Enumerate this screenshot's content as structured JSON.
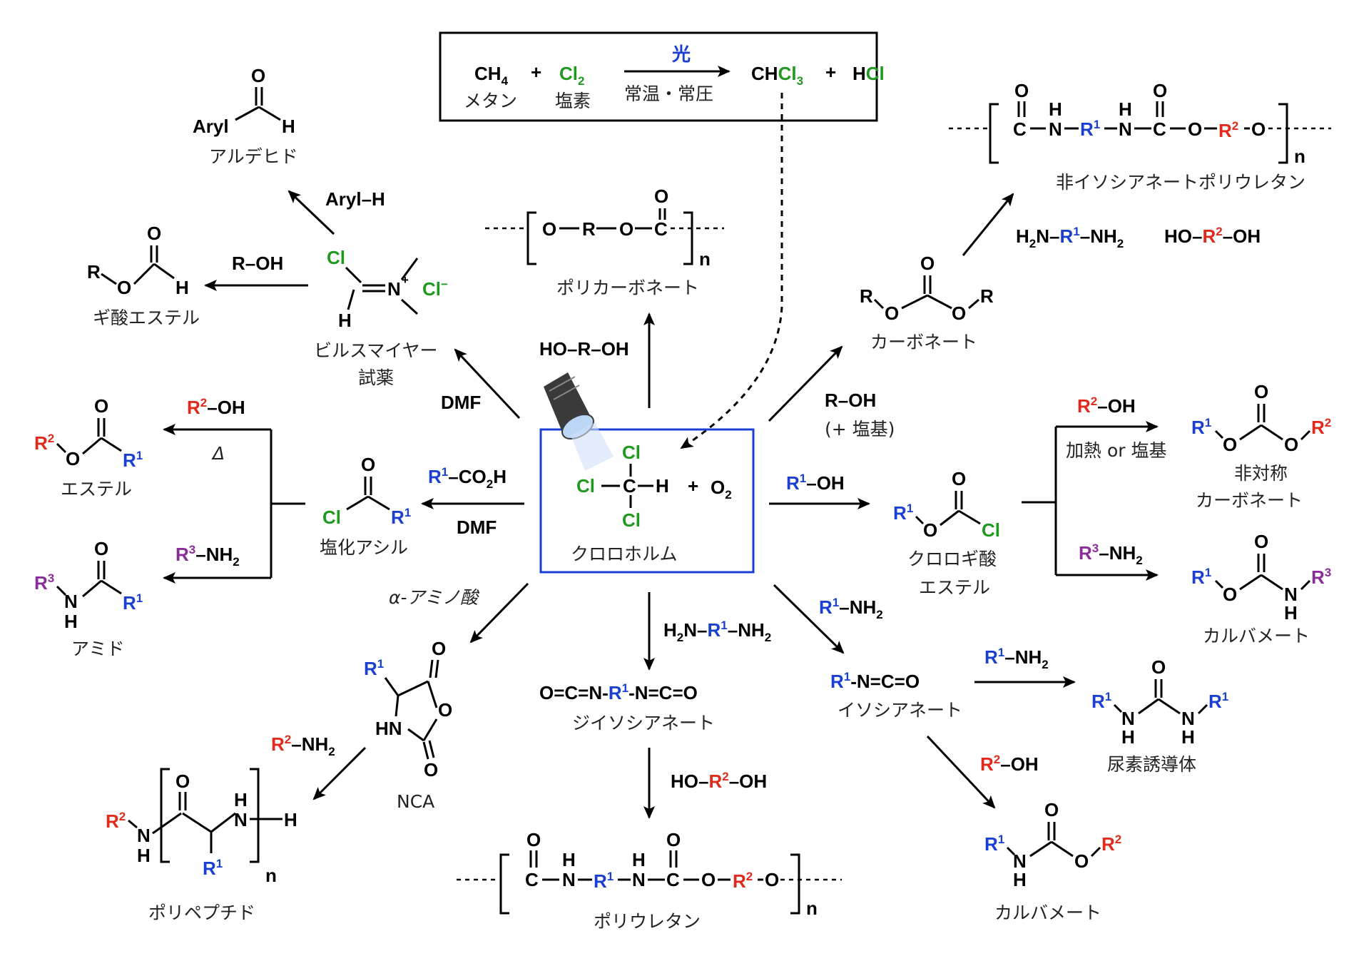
{
  "colors": {
    "blue": "#1a3fd1",
    "red": "#e02a1b",
    "green": "#1f9a1f",
    "purple": "#8a2c9a",
    "box_blue": "#1a3fd1"
  },
  "icons": {
    "lamp": "lamp-icon"
  },
  "top_box": {
    "ch4": "CH",
    "ch4_sub": "4",
    "ch4_name": "メタン",
    "plus1": "+",
    "cl2": "Cl",
    "cl2_sub": "2",
    "cl2_name": "塩素",
    "arrow_top": "光",
    "arrow_bottom": "常温・常圧",
    "chcl3_a": "CH",
    "chcl3_b": "Cl",
    "chcl3_sub": "3",
    "plus2": "+",
    "hcl_a": "H",
    "hcl_b": "Cl"
  },
  "center": {
    "cl_top": "Cl",
    "cl_left": "Cl",
    "c": "C",
    "h": "H",
    "cl_bottom": "Cl",
    "plus": "+",
    "o2": "O",
    "o2_sub": "2",
    "label": "クロロホルム"
  },
  "aldehyde": {
    "o": "O",
    "aryl": "Aryl",
    "h": "H",
    "label": "アルデヒド",
    "reagent": "Aryl–H"
  },
  "formate": {
    "r": "R",
    "o1": "O",
    "o2": "O",
    "h": "H",
    "label": "ギ酸エステル",
    "reagent": "R–OH"
  },
  "vilsmeier": {
    "cl": "Cl",
    "n": "N",
    "plus": "+",
    "cl_minus": "Cl",
    "minus": "−",
    "h": "H",
    "label1": "ビルスマイヤー",
    "label2": "試薬",
    "reagent": "DMF"
  },
  "ester": {
    "r2": "R",
    "r2_sup": "2",
    "o": "O",
    "o_top": "O",
    "r1": "R",
    "r1_sup": "1",
    "label": "エステル",
    "reagent_a": "R",
    "reagent_sup": "2",
    "reagent_b": "–OH",
    "cond": "Δ"
  },
  "amide": {
    "r3": "R",
    "r3_sup": "3",
    "n": "N",
    "h": "H",
    "o": "O",
    "r1": "R",
    "r1_sup": "1",
    "label": "アミド",
    "reagent_a": "R",
    "reagent_sup": "3",
    "reagent_b": "–NH",
    "reagent_sub": "2"
  },
  "acyl": {
    "o": "O",
    "cl": "Cl",
    "r1": "R",
    "r1_sup": "1",
    "label": "塩化アシル",
    "reagent_a": "R",
    "reagent_sup": "1",
    "reagent_b": "–CO",
    "reagent_sub": "2",
    "reagent_c": "H",
    "reagent2": "DMF"
  },
  "polycarbonate": {
    "o1": "O",
    "r": "R",
    "o2": "O",
    "c": "C",
    "o_top": "O",
    "n": "n",
    "label": "ポリカーボネート",
    "reagent": "HO–R–OH"
  },
  "carbonate": {
    "r1": "R",
    "o1": "O",
    "o_top": "O",
    "o2": "O",
    "r2": "R",
    "label": "カーボネート",
    "reagent": "R–OH",
    "reagent2": "(+ 塩基)"
  },
  "nipu": {
    "o1": "O",
    "c1": "C",
    "h1": "H",
    "n1": "N",
    "r1": "R",
    "r1_sup": "1",
    "h2": "H",
    "n2": "N",
    "c2": "C",
    "o2": "O",
    "o3": "O",
    "r2": "R",
    "r2_sup": "2",
    "o4": "O",
    "n": "n",
    "label": "非イソシアネートポリウレタン",
    "reagent1_a": "H",
    "reagent1_sub1": "2",
    "reagent1_b": "N–",
    "reagent1_r": "R",
    "reagent1_sup": "1",
    "reagent1_c": "–NH",
    "reagent1_sub2": "2",
    "reagent2_a": "HO–",
    "reagent2_r": "R",
    "reagent2_sup": "2",
    "reagent2_b": "–OH"
  },
  "chloroformate": {
    "r1": "R",
    "r1_sup": "1",
    "o": "O",
    "o_top": "O",
    "cl": "Cl",
    "label1": "クロロギ酸",
    "label2": "エステル",
    "reagent_a": "R",
    "reagent_sup": "1",
    "reagent_b": "–OH"
  },
  "unsym": {
    "r1": "R",
    "r1_sup": "1",
    "o1": "O",
    "o_top": "O",
    "o2": "O",
    "r2": "R",
    "r2_sup": "2",
    "label1": "非対称",
    "label2": "カーボネート",
    "reagent_a": "R",
    "reagent_sup": "2",
    "reagent_b": "–OH",
    "cond": "加熱 or 塩基"
  },
  "carbamate1": {
    "r1": "R",
    "r1_sup": "1",
    "o": "O",
    "o_top": "O",
    "n": "N",
    "h": "H",
    "r3": "R",
    "r3_sup": "3",
    "label": "カルバメート",
    "reagent_a": "R",
    "reagent_sup": "3",
    "reagent_b": "–NH",
    "reagent_sub": "2"
  },
  "isocyanate": {
    "r1": "R",
    "r1_sup": "1",
    "rest": "-N=C=O",
    "label": "イソシアネート",
    "reagent_a": "R",
    "reagent_sup": "1",
    "reagent_b": "–NH",
    "reagent_sub": "2"
  },
  "urea": {
    "r1a": "R",
    "r1a_sup": "1",
    "n1": "N",
    "h1": "H",
    "o": "O",
    "n2": "N",
    "h2": "H",
    "r1b": "R",
    "r1b_sup": "1",
    "label": "尿素誘導体",
    "reagent_a": "R",
    "reagent_sup": "1",
    "reagent_b": "–NH",
    "reagent_sub": "2"
  },
  "carbamate2": {
    "r1": "R",
    "r1_sup": "1",
    "n": "N",
    "h": "H",
    "o_top": "O",
    "o": "O",
    "r2": "R",
    "r2_sup": "2",
    "label": "カルバメート",
    "reagent_a": "R",
    "reagent_sup": "2",
    "reagent_b": "–OH"
  },
  "diisocyanate": {
    "left": "O=C=N-",
    "r1": "R",
    "r1_sup": "1",
    "right": "-N=C=O",
    "label": "ジイソシアネート",
    "reagent_a": "H",
    "reagent_sub1": "2",
    "reagent_b": "N–",
    "reagent_r": "R",
    "reagent_sup": "1",
    "reagent_c": "–NH",
    "reagent_sub2": "2"
  },
  "polyurethane": {
    "o1": "O",
    "c1": "C",
    "h1": "H",
    "n1": "N",
    "r1": "R",
    "r1_sup": "1",
    "h2": "H",
    "n2": "N",
    "c2": "C",
    "o2": "O",
    "o3": "O",
    "r2": "R",
    "r2_sup": "2",
    "o4": "O",
    "n": "n",
    "label": "ポリウレタン",
    "reagent_a": "HO–",
    "reagent_r": "R",
    "reagent_sup": "2",
    "reagent_b": "–OH"
  },
  "nca": {
    "r1": "R",
    "r1_sup": "1",
    "o1": "O",
    "o2": "O",
    "o3": "O",
    "hn": "HN",
    "label": "NCA",
    "reagent": "α-アミノ酸"
  },
  "polypeptide": {
    "r2": "R",
    "r2_sup": "2",
    "n1": "N",
    "h1": "H",
    "o": "O",
    "h2": "H",
    "n2": "N",
    "h3": "H",
    "r1": "R",
    "r1_sup": "1",
    "n": "n",
    "label": "ポリペプチド",
    "reagent_a": "R",
    "reagent_sup": "2",
    "reagent_b": "–NH",
    "reagent_sub": "2"
  }
}
